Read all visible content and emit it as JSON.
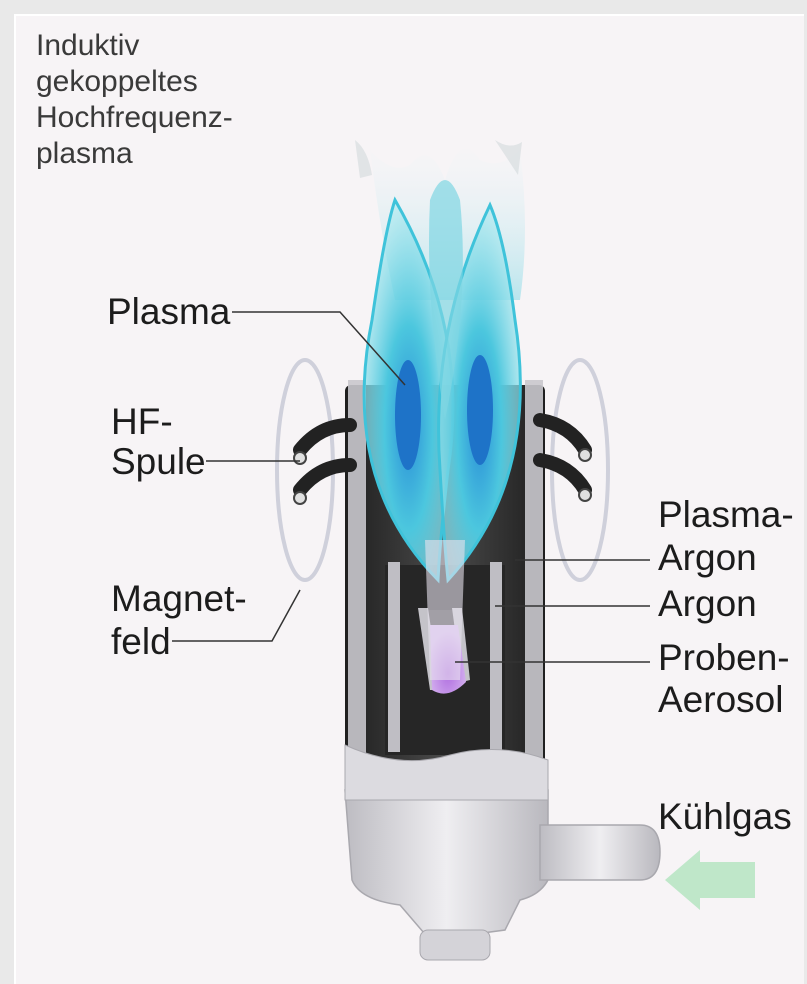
{
  "diagram": {
    "title_lines": [
      "Induktiv",
      "gekoppeltes",
      "Hochfrequenz-",
      "plasma"
    ],
    "labels": {
      "plasma": "Plasma",
      "hf_spule_1": "HF-",
      "hf_spule_2": "Spule",
      "magnetfeld_1": "Magnet-",
      "magnetfeld_2": "feld",
      "plasma_argon_1": "Plasma-",
      "plasma_argon_2": "Argon",
      "argon": "Argon",
      "proben_aerosol_1": "Proben-",
      "proben_aerosol_2": "Aerosol",
      "kuehlgas": "Kühlgas"
    },
    "colors": {
      "plasma_flame": "#5fd0e0",
      "plasma_core": "#1e73c8",
      "aerosol": "#a86bd6",
      "torch_dark": "#2e2e2e",
      "torch_light": "#d9d7dc",
      "arrow": "#b8e6c4"
    }
  }
}
